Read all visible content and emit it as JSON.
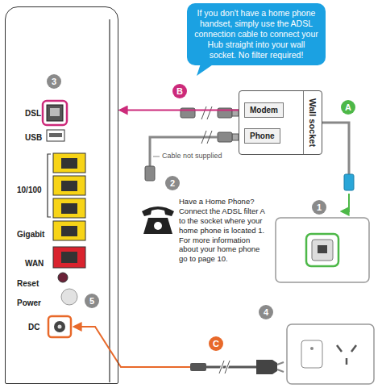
{
  "diagram": {
    "nodes": [
      {
        "text": [
          "DSL",
          "USB",
          "10/100",
          "Gigabit",
          "WAN",
          "Reset",
          "Power",
          "DC"
        ]
      },
      {
        "text": [
          "3"
        ],
        "in": 0
      },
      {
        "text": [
          "5"
        ],
        "in": 0
      },
      {
        "text": [
          "If you don't have a home phone handset, simply use the ADSL connection cable to connect your Hub straight into your wall socket. No filter required!"
        ]
      },
      {
        "text": [
          "B"
        ]
      },
      {
        "text": [
          "Wall socket"
        ]
      },
      {
        "text": [
          "Modem"
        ],
        "in": 5
      },
      {
        "text": [
          "Phone"
        ],
        "in": 5
      },
      {
        "text": [
          "A"
        ]
      },
      {
        "text": [
          "2"
        ]
      },
      {
        "text": [
          "1"
        ]
      },
      {
        "text": [
          "4"
        ]
      },
      {
        "text": [
          "C"
        ]
      }
    ],
    "edges": [
      {
        "from": 6,
        "to": 0,
        "arrow": "to"
      }
    ],
    "labels": [
      "Cable not supplied",
      "Have a Home Phone? Connect the ADSL filter A to the socket where your home phone is located 1. For more information about your home phone go to page 10."
    ]
  }
}
